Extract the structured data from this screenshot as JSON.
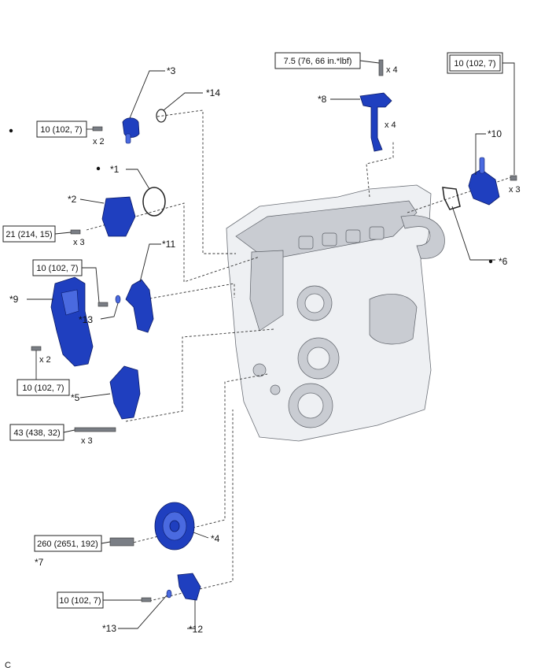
{
  "torque_labels": {
    "t1": "10 (102, 7)",
    "t2": "21 (214, 15)",
    "t3": "10 (102, 7)",
    "t4": "10 (102, 7)",
    "t5": "43 (438, 32)",
    "t6": "7.5 (76, 66 in.*lbf)",
    "t7": "10 (102, 7)",
    "t8": "260 (2651, 192)",
    "t9": "10 (102, 7)"
  },
  "quantity_labels": {
    "q1": "x 2",
    "q2": "x 3",
    "q3": "x 2",
    "q4": "x 3",
    "q5": "x 4",
    "q6": "x 4",
    "q7": "x 3"
  },
  "callouts": {
    "c1": "*1",
    "c2": "*2",
    "c3": "*3",
    "c4": "*4",
    "c5": "*5",
    "c6": "*6",
    "c7": "*7",
    "c8": "*8",
    "c9": "*9",
    "c10": "*10",
    "c11": "*11",
    "c12": "*12",
    "c13a": "*13",
    "c13b": "*13",
    "c14": "*14"
  },
  "corner_code": "C",
  "colors": {
    "part": "#1f3fbf",
    "engine": "#eef0f3",
    "line": "#222222"
  }
}
